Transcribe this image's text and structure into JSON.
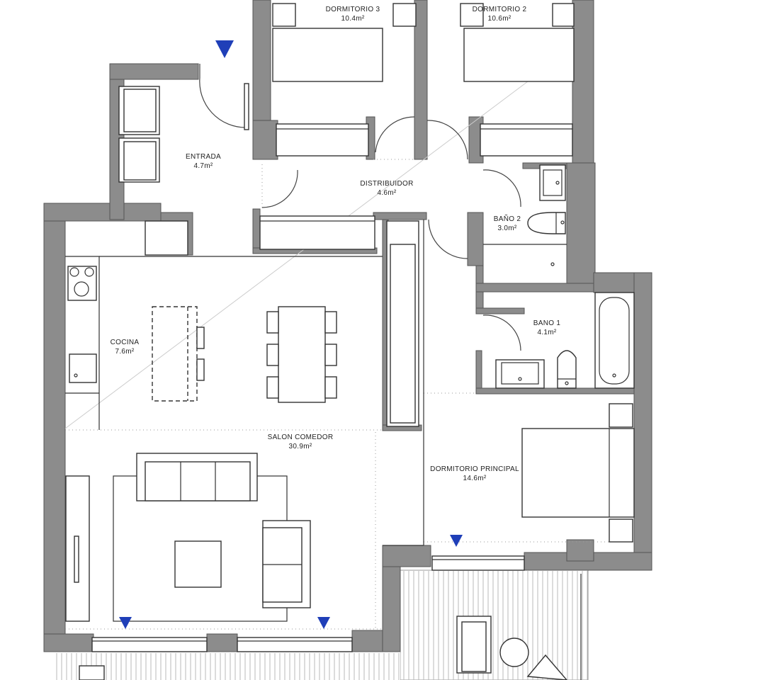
{
  "rooms": [
    {
      "name": "DORMITORIO 3",
      "area": "10.4m²"
    },
    {
      "name": "DORMITORIO 2",
      "area": "10.6m²"
    },
    {
      "name": "ENTRADA",
      "area": "4.7m²"
    },
    {
      "name": "DISTRIBUIDOR",
      "area": "4.6m²"
    },
    {
      "name": "BAÑO 2",
      "area": "3.0m²"
    },
    {
      "name": "COCINA",
      "area": "7.6m²"
    },
    {
      "name": "BANO 1",
      "area": "4.1m²"
    },
    {
      "name": "SALON COMEDOR",
      "area": "30.9m²"
    },
    {
      "name": "DORMITORIO PRINCIPAL",
      "area": "14.6m²"
    }
  ],
  "colors": {
    "walls": "#8c8c8c",
    "view_markers": "#1f3fb8",
    "terrace_decking": "#b9b9b9"
  },
  "icons": [
    "entry-marker",
    "view-marker"
  ]
}
